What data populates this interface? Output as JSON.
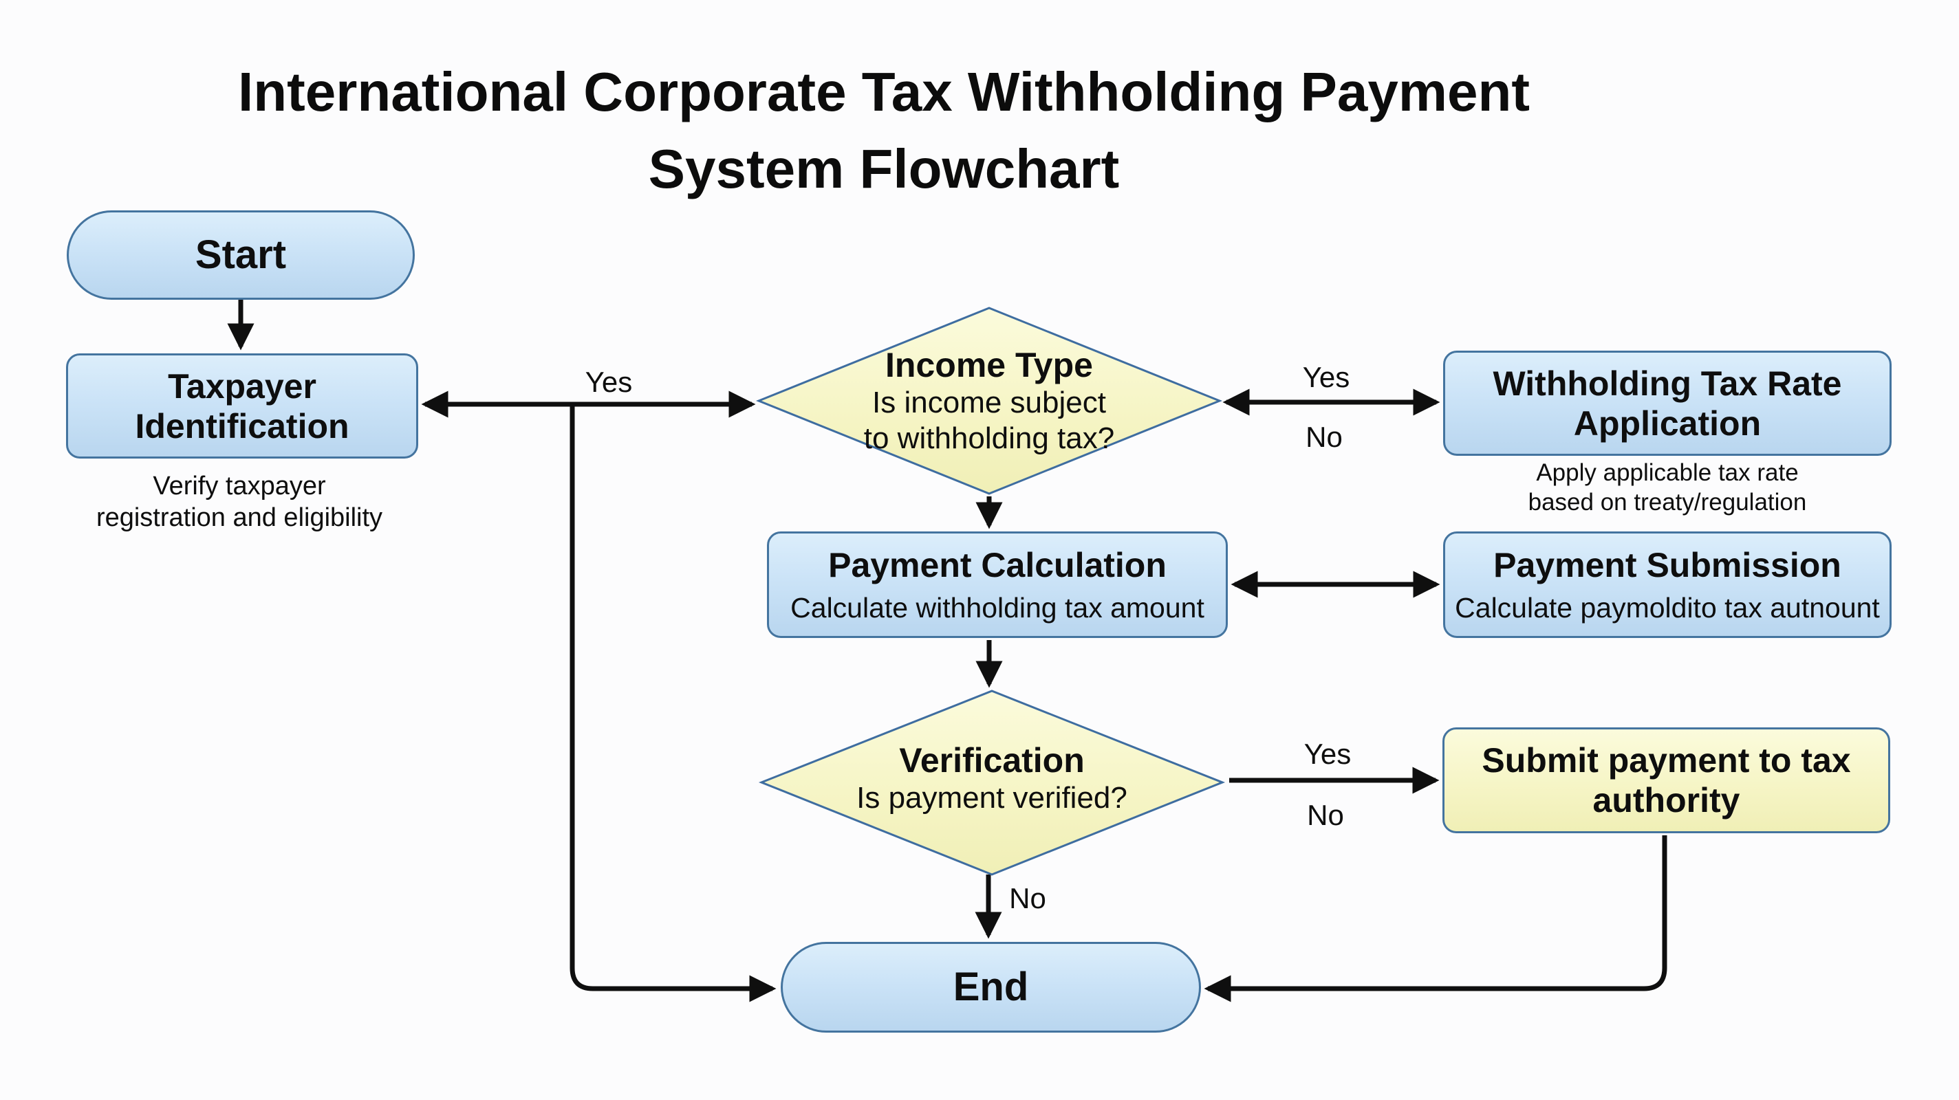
{
  "title": {
    "line1": "International Corporate Tax Withholding Payment",
    "line2": "System Flowchart"
  },
  "colors": {
    "background": "#fcfcfd",
    "process_fill": "#cbe3f7",
    "decision_fill": "#f6f5c6",
    "shape_border": "#44749f",
    "arrow": "#0f0f0f",
    "text": "#0e0e0e"
  },
  "nodes": {
    "start": {
      "label": "Start"
    },
    "taxpayer_identification": {
      "title_line1": "Taxpayer",
      "title_line2": "Identification",
      "note_line1": "Verify taxpayer",
      "note_line2": "registration and eligibility"
    },
    "income_type": {
      "title": "Income Type",
      "question_line1": "Is income subject",
      "question_line2": "to withholding tax?"
    },
    "withholding_tax_rate_application": {
      "title_line1": "Withholding Tax Rate",
      "title_line2": "Application",
      "note_line1": "Apply applicable tax rate",
      "note_line2": "based on treaty/regulation"
    },
    "payment_calculation": {
      "title": "Payment Calculation",
      "subtitle": "Calculate withholding tax amount"
    },
    "payment_submission": {
      "title": "Payment Submission",
      "subtitle": "Calculate paymoldito tax autnount"
    },
    "verification": {
      "title": "Verification",
      "question": "Is payment verified?"
    },
    "submit_payment": {
      "title_line1": "Submit payment to tax",
      "title_line2": "authority"
    },
    "end": {
      "label": "End"
    }
  },
  "edge_labels": {
    "taxpayer_income": "Yes",
    "income_withholding_yes": "Yes",
    "income_withholding_no": "No",
    "verification_submit_yes": "Yes",
    "verification_submit_no": "No",
    "verification_end": "No"
  }
}
